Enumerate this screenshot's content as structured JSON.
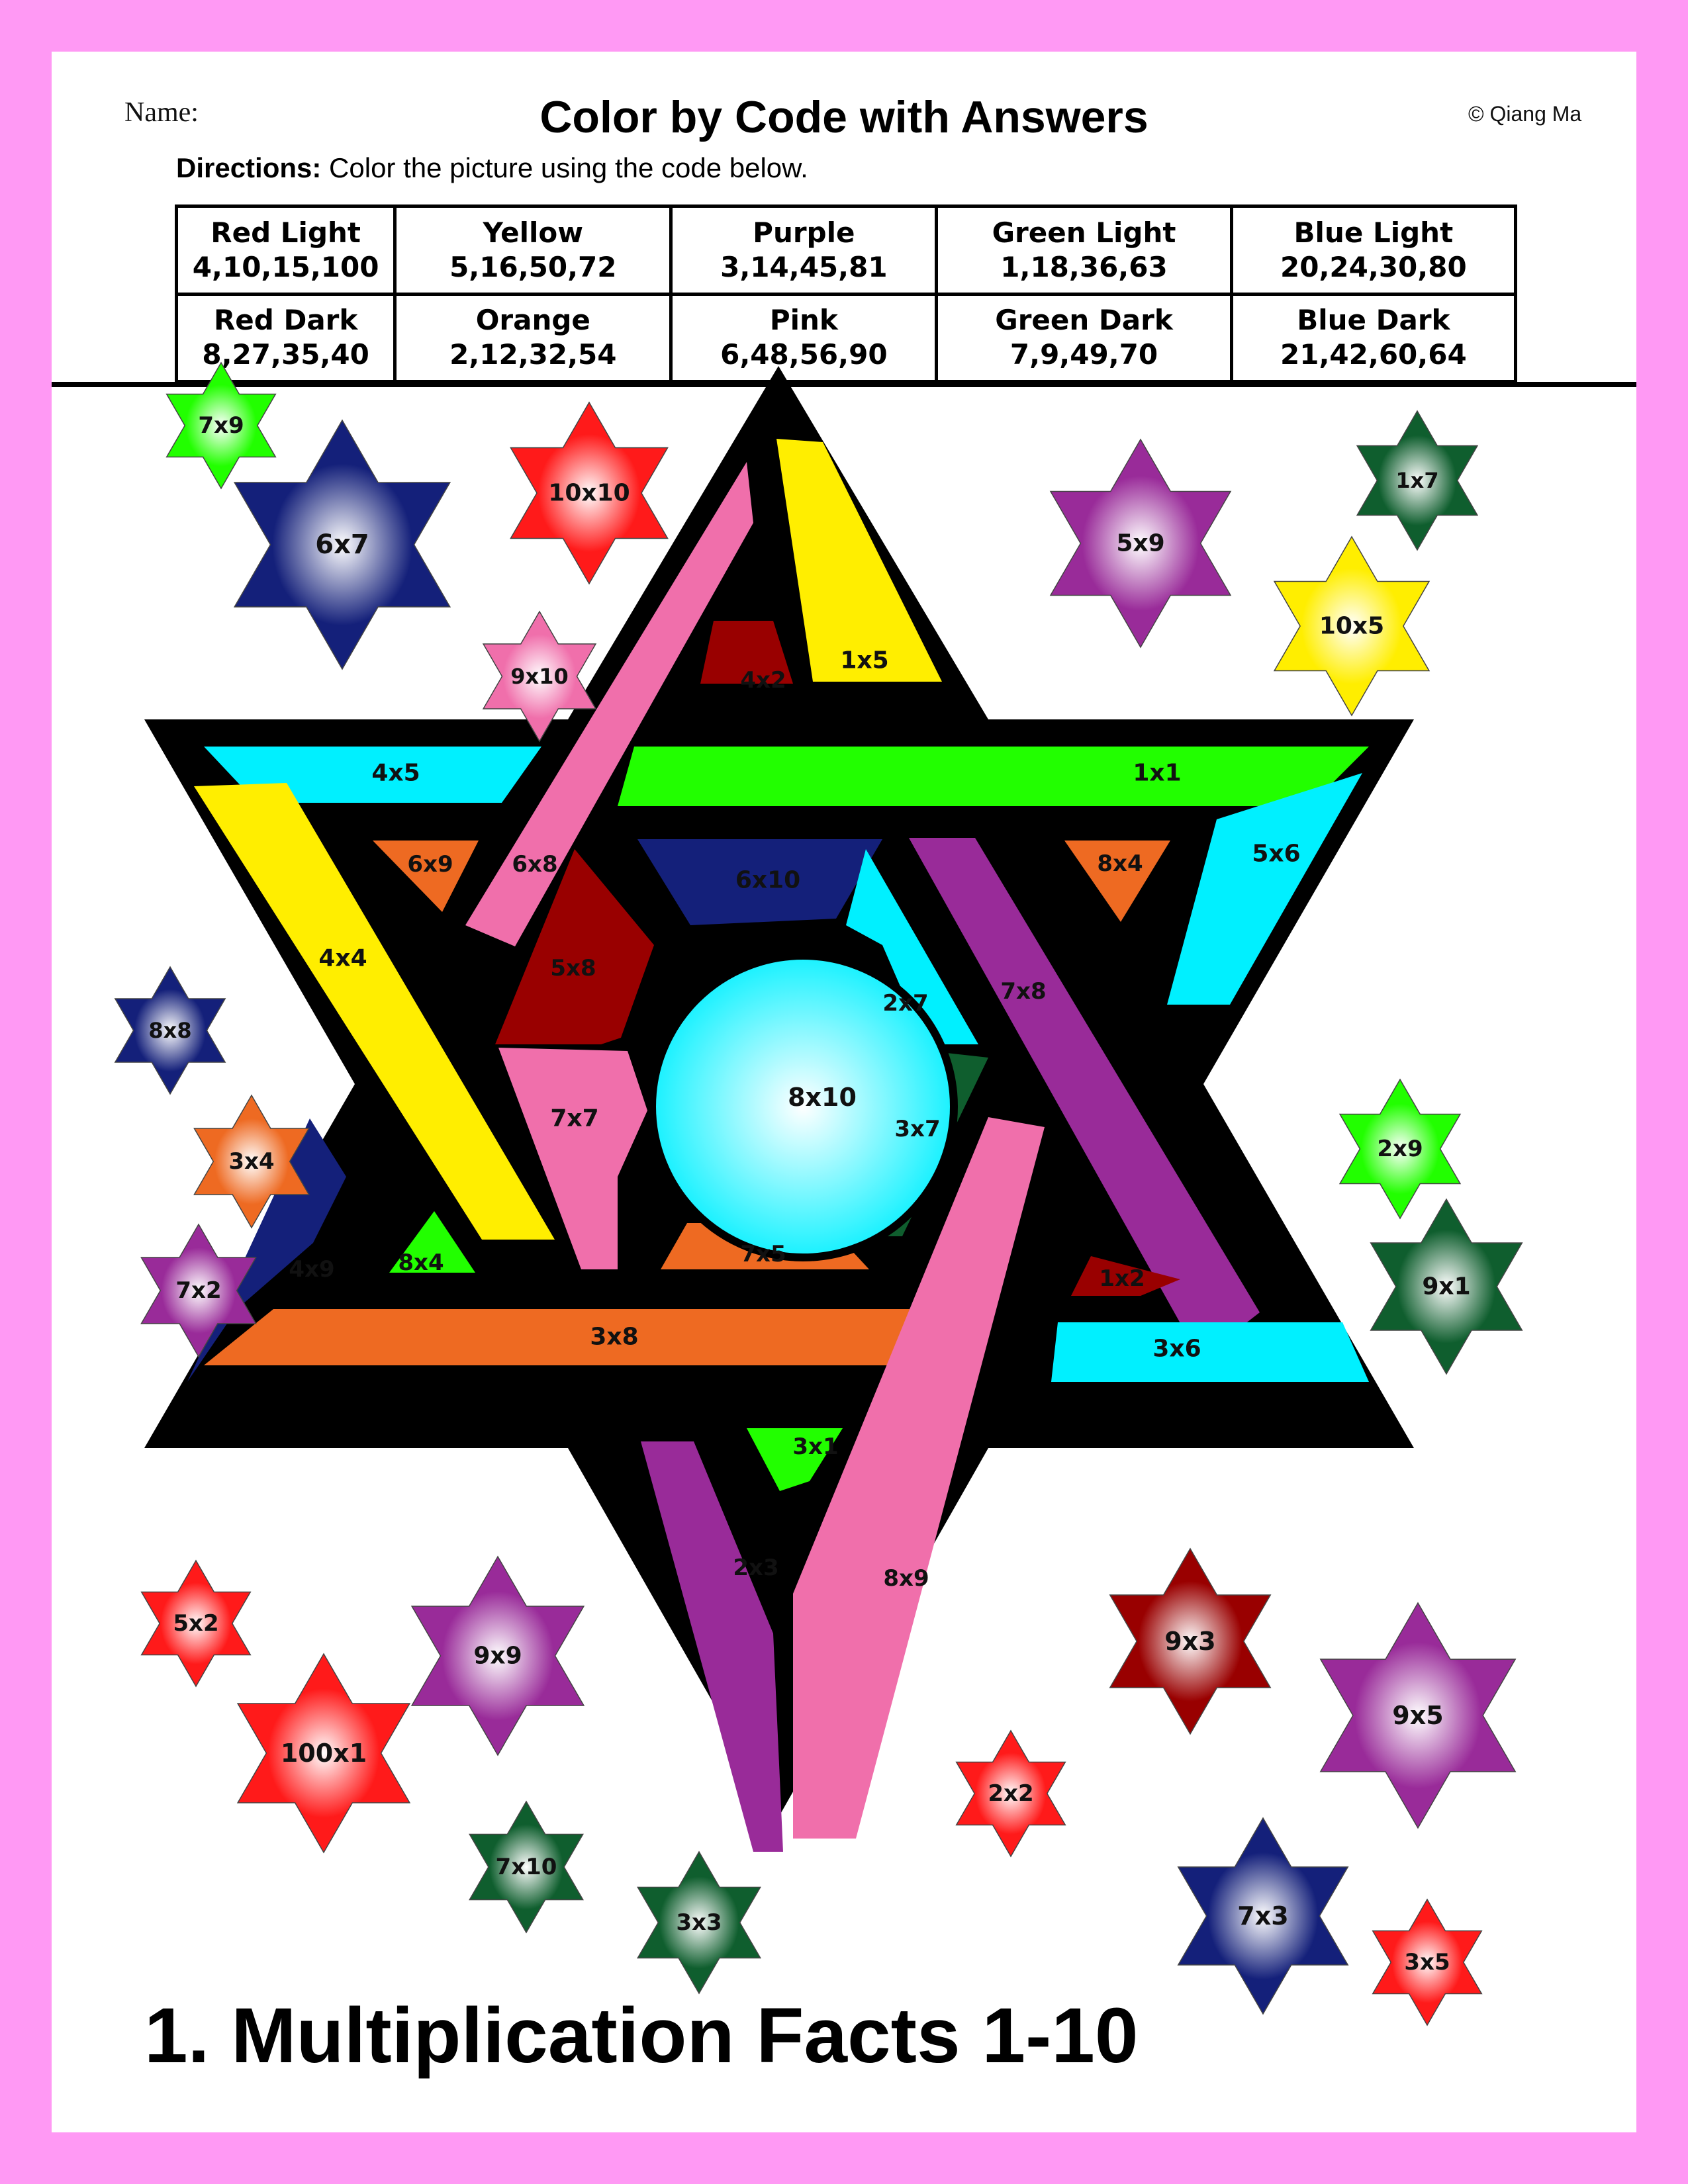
{
  "header": {
    "name_label": "Name:",
    "title": "Color by Code with Answers",
    "copyright": "© Qiang Ma",
    "directions_label": "Directions:",
    "directions_text": " Color the picture using the code below."
  },
  "color_code": {
    "rows": [
      [
        {
          "color": "Red Light",
          "numbers": "4,10,15,100",
          "hex": "#ff1a1a"
        },
        {
          "color": "Yellow",
          "numbers": "5,16,50,72",
          "hex": "#ffee00"
        },
        {
          "color": "Purple",
          "numbers": "3,14,45,81",
          "hex": "#992b99"
        },
        {
          "color": "Green Light",
          "numbers": "1,18,36,63",
          "hex": "#22ff00"
        },
        {
          "color": "Blue Light",
          "numbers": "20,24,30,80",
          "hex": "#00f0ff"
        }
      ],
      [
        {
          "color": "Red Dark",
          "numbers": "8,27,35,40",
          "hex": "#990000"
        },
        {
          "color": "Orange",
          "numbers": "2,12,32,54",
          "hex": "#ee6a22"
        },
        {
          "color": "Pink",
          "numbers": "6,48,56,90",
          "hex": "#f06fab"
        },
        {
          "color": "Green Dark",
          "numbers": "7,9,49,70",
          "hex": "#0f5e2e"
        },
        {
          "color": "Blue Dark",
          "numbers": "21,42,60,64",
          "hex": "#14207a"
        }
      ]
    ]
  },
  "picture": {
    "big_star_regions": [
      {
        "label": "4x2",
        "color": "#990000"
      },
      {
        "label": "1x5",
        "color": "#ffee00"
      },
      {
        "label": "4x5",
        "color": "#00f0ff"
      },
      {
        "label": "1x1",
        "color": "#22ff00"
      },
      {
        "label": "6x9",
        "color": "#ee6a22"
      },
      {
        "label": "6x8",
        "color": "#f06fab"
      },
      {
        "label": "6x10",
        "color": "#14207a"
      },
      {
        "label": "8x4",
        "color": "#ee6a22"
      },
      {
        "label": "5x6",
        "color": "#00f0ff"
      },
      {
        "label": "4x4",
        "color": "#ffee00"
      },
      {
        "label": "5x8",
        "color": "#990000"
      },
      {
        "label": "8x10",
        "color": "#00f0ff"
      },
      {
        "label": "2x7",
        "color": "#992b99"
      },
      {
        "label": "7x8",
        "color": "#f06fab"
      },
      {
        "label": "7x7",
        "color": "#0f5e2e"
      },
      {
        "label": "3x7",
        "color": "#14207a"
      },
      {
        "label": "4x9",
        "color": "#22ff00"
      },
      {
        "label": "8x4",
        "color": "#ee6a22"
      },
      {
        "label": "7x5",
        "color": "#990000"
      },
      {
        "label": "1x2",
        "color": "#ee6a22"
      },
      {
        "label": "3x8",
        "color": "#00f0ff"
      },
      {
        "label": "3x6",
        "color": "#22ff00"
      },
      {
        "label": "3x1",
        "color": "#992b99"
      },
      {
        "label": "2x3",
        "color": "#f06fab"
      },
      {
        "label": "8x9",
        "color": "#ffee00"
      }
    ],
    "small_stars": [
      {
        "label": "7x9",
        "color": "#22ff00"
      },
      {
        "label": "6x7",
        "color": "#14207a"
      },
      {
        "label": "10x10",
        "color": "#ff1a1a"
      },
      {
        "label": "9x10",
        "color": "#f06fab"
      },
      {
        "label": "5x9",
        "color": "#992b99"
      },
      {
        "label": "1x7",
        "color": "#0f5e2e"
      },
      {
        "label": "10x5",
        "color": "#ffee00"
      },
      {
        "label": "8x8",
        "color": "#14207a"
      },
      {
        "label": "3x4",
        "color": "#ee6a22"
      },
      {
        "label": "7x2",
        "color": "#992b99"
      },
      {
        "label": "2x9",
        "color": "#22ff00"
      },
      {
        "label": "9x1",
        "color": "#0f5e2e"
      },
      {
        "label": "5x2",
        "color": "#ff1a1a"
      },
      {
        "label": "9x9",
        "color": "#992b99"
      },
      {
        "label": "100x1",
        "color": "#ff1a1a"
      },
      {
        "label": "7x10",
        "color": "#0f5e2e"
      },
      {
        "label": "3x3",
        "color": "#0f5e2e"
      },
      {
        "label": "2x2",
        "color": "#ff1a1a"
      },
      {
        "label": "9x3",
        "color": "#990000"
      },
      {
        "label": "9x5",
        "color": "#992b99"
      },
      {
        "label": "7x3",
        "color": "#14207a"
      },
      {
        "label": "3x5",
        "color": "#ff1a1a"
      }
    ]
  },
  "footer": {
    "title": "1. Multiplication Facts 1-10"
  }
}
